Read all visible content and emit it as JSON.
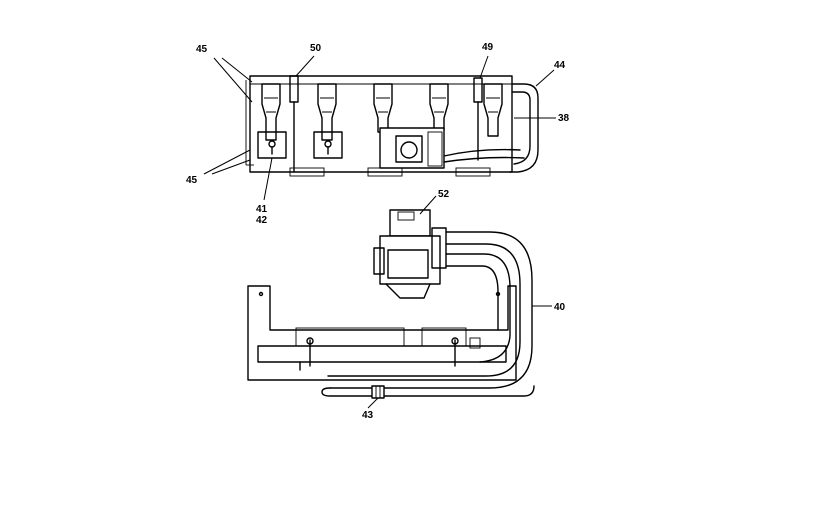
{
  "diagram": {
    "callouts": {
      "c45_top": "45",
      "c50": "50",
      "c49": "49",
      "c44": "44",
      "c38": "38",
      "c45_bottom": "45",
      "c41": "41",
      "c42": "42",
      "c52": "52",
      "c40": "40",
      "c43": "43"
    }
  }
}
